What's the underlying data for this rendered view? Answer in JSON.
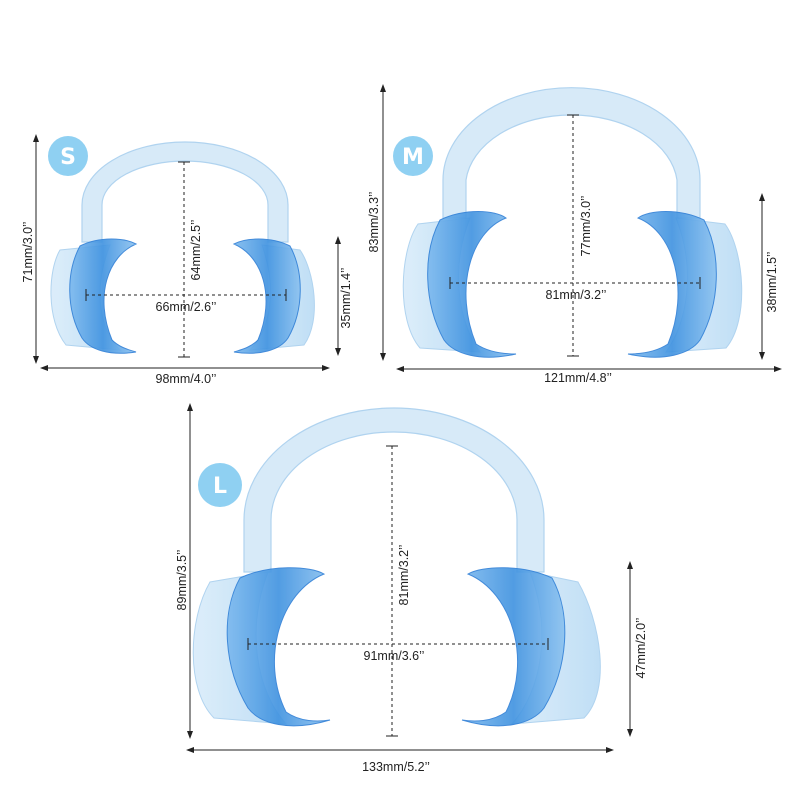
{
  "colors": {
    "background": "#ffffff",
    "badge": "#8fd0f2",
    "plastic_light": "#cfe6f7",
    "plastic_edge": "#9fc9ea",
    "flange": "#4f9de4",
    "flange_dark": "#2f7fd6",
    "dim_line": "#222222"
  },
  "retractors": [
    {
      "size_label": "S",
      "total_height": "71mm/3.0’’",
      "inner_height": "64mm/2.5’’",
      "inner_width": "66mm/2.6’’",
      "cheek_height": "35mm/1.4’’",
      "total_width": "98mm/4.0’’"
    },
    {
      "size_label": "M",
      "total_height": "83mm/3.3’’",
      "inner_height": "77mm/3.0’’",
      "inner_width": "81mm/3.2’’",
      "cheek_height": "38mm/1.5’’",
      "total_width": "121mm/4.8’’"
    },
    {
      "size_label": "L",
      "total_height": "89mm/3.5’’",
      "inner_height": "81mm/3.2’’",
      "inner_width": "91mm/3.6’’",
      "cheek_height": "47mm/2.0’’",
      "total_width": "133mm/5.2’’"
    }
  ]
}
